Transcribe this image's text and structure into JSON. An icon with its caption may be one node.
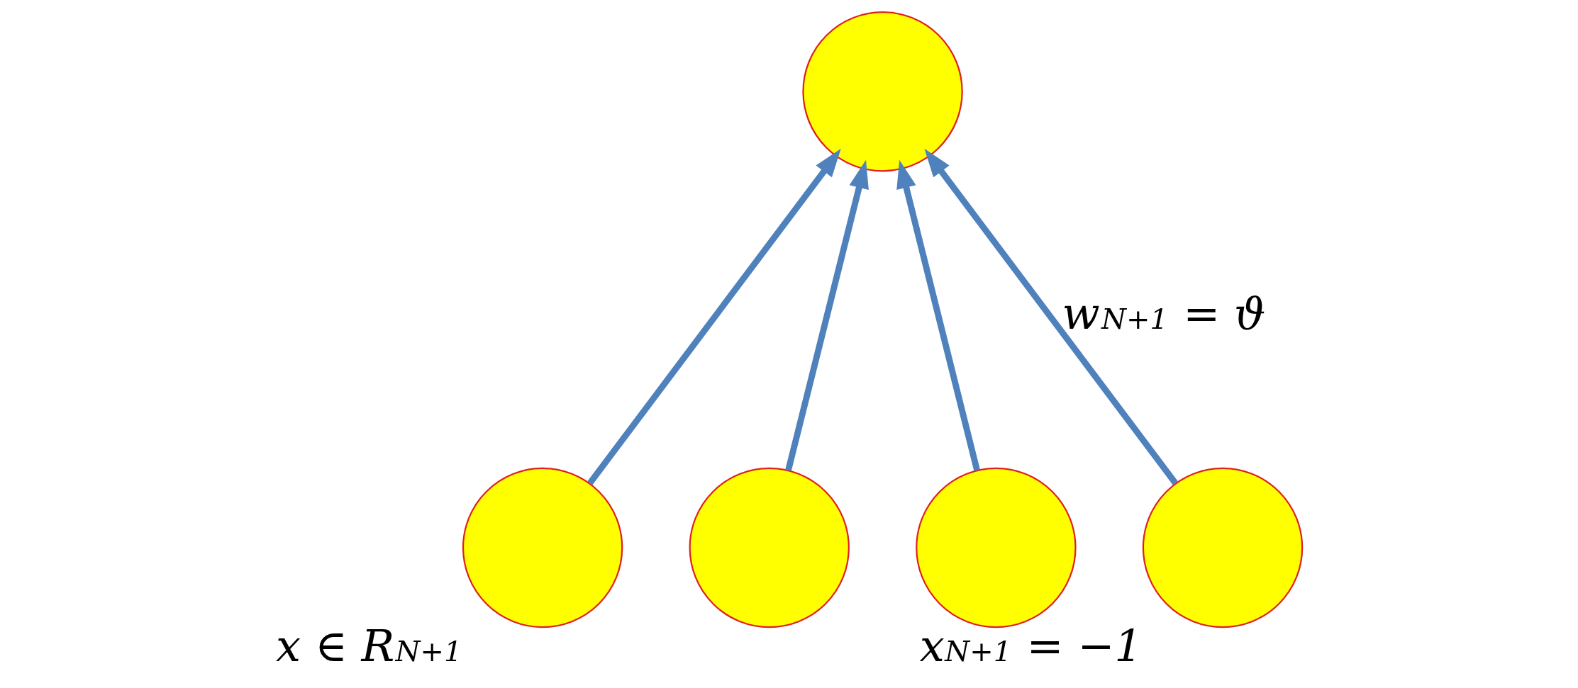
{
  "diagram": {
    "nodes": [
      {
        "text": [],
        "shape": "circle"
      },
      {
        "text": [],
        "shape": "circle",
        "beside": [
          "x ∈ R$^{N+1}$"
        ]
      },
      {
        "text": [],
        "shape": "circle"
      },
      {
        "text": [],
        "shape": "circle"
      },
      {
        "text": [],
        "shape": "circle",
        "beside": [
          "x$_{N+1}$ = −1"
        ]
      }
    ],
    "edges": [
      {
        "from": 1,
        "to": 0,
        "arrow": "to"
      },
      {
        "from": 2,
        "to": 0,
        "arrow": "to"
      },
      {
        "from": 3,
        "to": 0,
        "arrow": "to"
      },
      {
        "from": 4,
        "to": 0,
        "arrow": "to",
        "label": "w$_{N+1}$ = ϑ"
      }
    ]
  }
}
